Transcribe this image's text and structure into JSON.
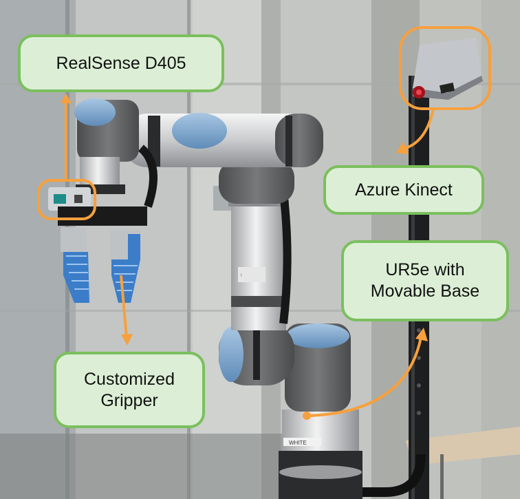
{
  "labels": {
    "realsense": "RealSense D405",
    "kinect": "Azure Kinect",
    "ur5e_line1": "UR5e with",
    "ur5e_line2": "Movable Base",
    "gripper_line1": "Customized",
    "gripper_line2": "Gripper"
  },
  "base_tag": "WHITE",
  "colors": {
    "label_fill": "#dcefd6",
    "label_border": "#7bbf5e",
    "callout": "#f7a03c",
    "robot_blue": "#7fa8cf",
    "robot_gray": "#5d5e60"
  }
}
